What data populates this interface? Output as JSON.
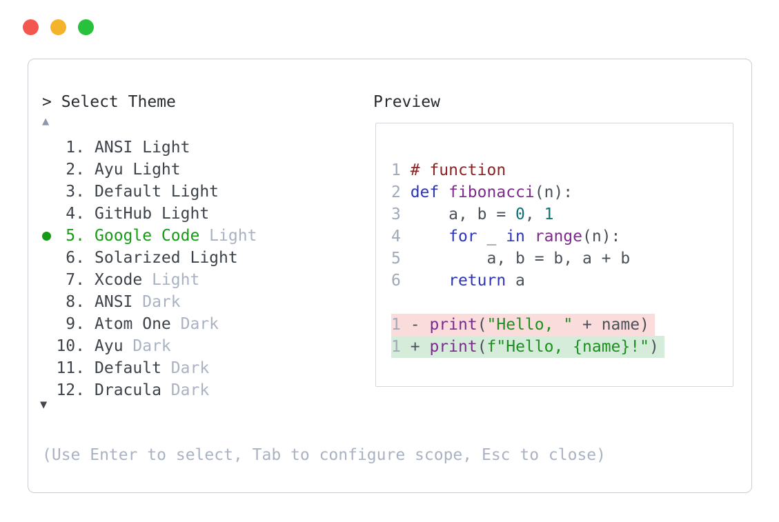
{
  "palette": {
    "dot_red": "#f4574e",
    "dot_yellow": "#f4b32a",
    "dot_green": "#27c13c",
    "panel_border": "#c9cdd3",
    "preview_border": "#d3d6db",
    "text_strong": "#26292e",
    "text_item": "#3c4249",
    "code_plain": "#4a5058",
    "muted": "#a9b2c3",
    "green": "#169a16",
    "arrow_up": "#8c99ad",
    "arrow_down": "#42474d",
    "comment": "#8a2424",
    "keyword": "#2c35b8",
    "fname": "#7b2b89",
    "literal": "#0d7177",
    "string": "#1e8f1e",
    "line_number": "#9fa9ba",
    "diff_del_bg": "#fadcdc",
    "diff_add_bg": "#d5ecdb",
    "diff_del_sign": "#aa3333",
    "diff_add_sign": "#1d8a1d"
  },
  "window": {
    "close_label": "close",
    "minimize_label": "minimize",
    "zoom_label": "zoom"
  },
  "theme_picker": {
    "prompt": "> Select Theme",
    "scroll_up_glyph": "▲",
    "scroll_down_glyph": "▼",
    "hint": "(Use Enter to select, Tab to configure scope, Esc to close)",
    "items": [
      {
        "num": "1.",
        "name": "ANSI",
        "suffix": "Light",
        "suffix_muted": false,
        "selected": false
      },
      {
        "num": "2.",
        "name": "Ayu",
        "suffix": "Light",
        "suffix_muted": false,
        "selected": false
      },
      {
        "num": "3.",
        "name": "Default",
        "suffix": "Light",
        "suffix_muted": false,
        "selected": false
      },
      {
        "num": "4.",
        "name": "GitHub",
        "suffix": "Light",
        "suffix_muted": false,
        "selected": false
      },
      {
        "num": "5.",
        "name": "Google Code",
        "suffix": "Light",
        "suffix_muted": true,
        "selected": true
      },
      {
        "num": "6.",
        "name": "Solarized",
        "suffix": "Light",
        "suffix_muted": false,
        "selected": false
      },
      {
        "num": "7.",
        "name": "Xcode",
        "suffix": "Light",
        "suffix_muted": true,
        "selected": false
      },
      {
        "num": "8.",
        "name": "ANSI",
        "suffix": "Dark",
        "suffix_muted": true,
        "selected": false
      },
      {
        "num": "9.",
        "name": "Atom One",
        "suffix": "Dark",
        "suffix_muted": true,
        "selected": false
      },
      {
        "num": "10.",
        "name": "Ayu",
        "suffix": "Dark",
        "suffix_muted": true,
        "selected": false
      },
      {
        "num": "11.",
        "name": "Default",
        "suffix": "Dark",
        "suffix_muted": true,
        "selected": false
      },
      {
        "num": "12.",
        "name": "Dracula",
        "suffix": "Dark",
        "suffix_muted": true,
        "selected": false
      }
    ]
  },
  "preview": {
    "title": "Preview",
    "code_lines": [
      {
        "num": "1",
        "tokens": [
          [
            "c",
            "# function"
          ]
        ]
      },
      {
        "num": "2",
        "tokens": [
          [
            "k",
            "def"
          ],
          [
            "p",
            " "
          ],
          [
            "f",
            "fibonacci"
          ],
          [
            "p",
            "(n):"
          ]
        ]
      },
      {
        "num": "3",
        "tokens": [
          [
            "p",
            "    a, b = "
          ],
          [
            "l",
            "0"
          ],
          [
            "p",
            ", "
          ],
          [
            "l",
            "1"
          ]
        ]
      },
      {
        "num": "4",
        "tokens": [
          [
            "p",
            "    "
          ],
          [
            "k",
            "for"
          ],
          [
            "p",
            " _ "
          ],
          [
            "k",
            "in"
          ],
          [
            "p",
            " "
          ],
          [
            "f",
            "range"
          ],
          [
            "p",
            "(n):"
          ]
        ]
      },
      {
        "num": "5",
        "tokens": [
          [
            "p",
            "        a, b = b, a + b"
          ]
        ]
      },
      {
        "num": "6",
        "tokens": [
          [
            "p",
            "    "
          ],
          [
            "k",
            "return"
          ],
          [
            "p",
            " a"
          ]
        ]
      }
    ],
    "diff_lines": [
      {
        "num": "1",
        "kind": "del",
        "tokens": [
          [
            "p",
            " "
          ],
          [
            "d",
            "-"
          ],
          [
            "p",
            " "
          ],
          [
            "f",
            "print"
          ],
          [
            "p",
            "("
          ],
          [
            "s",
            "\"Hello, \""
          ],
          [
            "p",
            " + name)"
          ]
        ]
      },
      {
        "num": "1",
        "kind": "add",
        "tokens": [
          [
            "p",
            " "
          ],
          [
            "a",
            "+"
          ],
          [
            "p",
            " "
          ],
          [
            "f",
            "print"
          ],
          [
            "p",
            "("
          ],
          [
            "s",
            "f\"Hello, {name}!\""
          ],
          [
            "p",
            ")"
          ]
        ]
      }
    ]
  }
}
